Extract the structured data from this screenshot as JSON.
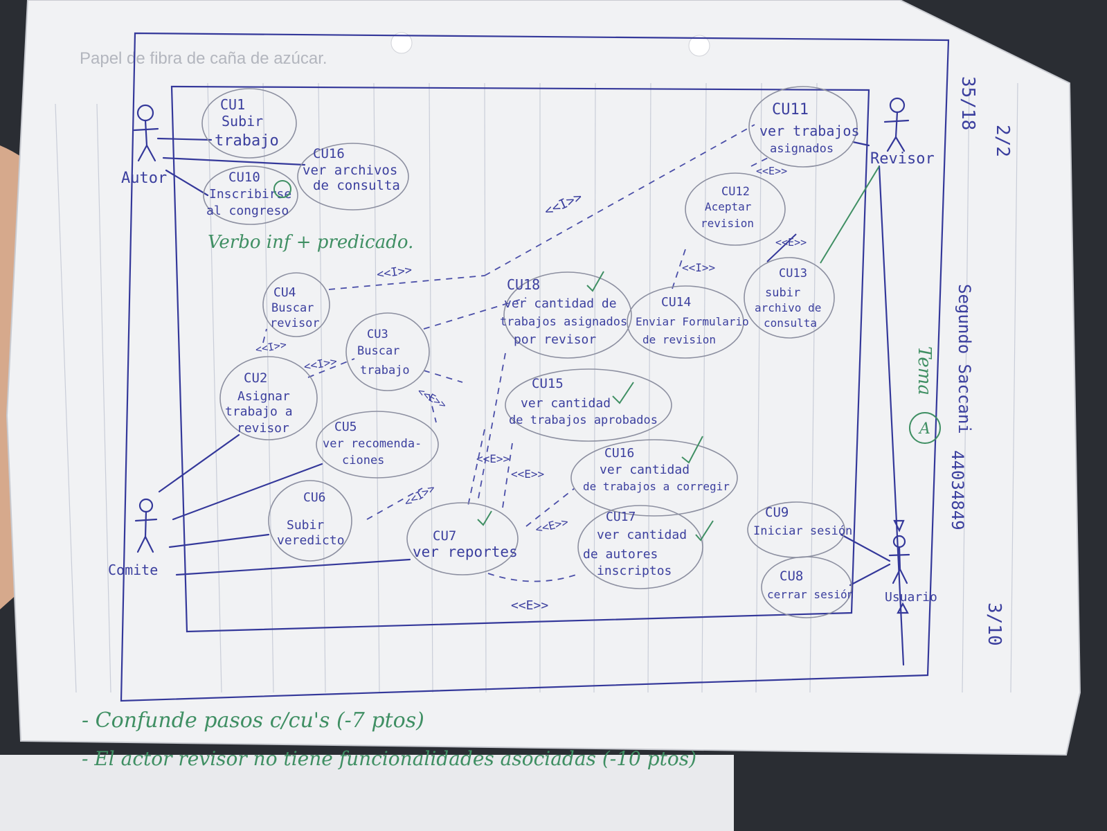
{
  "sheet": {
    "paper_header": "Papel de fibra de caña de azúcar.",
    "margin_grades": [
      "35/18",
      "2/2",
      "3/10"
    ],
    "student_note_1": "Segundo Saccani",
    "student_note_2": "Tema",
    "student_note_3": "A",
    "student_id": "44034849"
  },
  "actors": {
    "autor": "Autor",
    "revisor": "Revisor",
    "comite": "Comite",
    "usuario": "Usuario"
  },
  "use_cases": {
    "cu1": {
      "id": "CU1",
      "l1": "Subir",
      "l2": "trabajo",
      "l3": ""
    },
    "cu10": {
      "id": "CU10",
      "l1": "Inscribirse",
      "l2": "al congreso",
      "l3": ""
    },
    "cu16a": {
      "id": "CU16",
      "l1": "ver archivos",
      "l2": "de consulta",
      "l3": ""
    },
    "cu11": {
      "id": "CU11",
      "l1": "ver trabajos",
      "l2": "asignados",
      "l3": ""
    },
    "cu12": {
      "id": "CU12",
      "l1": "Aceptar",
      "l2": "revision",
      "l3": ""
    },
    "cu13": {
      "id": "CU13",
      "l1": "subir",
      "l2": "archivo de",
      "l3": "consulta"
    },
    "cu4": {
      "id": "CU4",
      "l1": "Buscar",
      "l2": "revisor",
      "l3": ""
    },
    "cu3": {
      "id": "CU3",
      "l1": "Buscar",
      "l2": "trabajo",
      "l3": ""
    },
    "cu2": {
      "id": "CU2",
      "l1": "Asignar",
      "l2": "trabajo a",
      "l3": "revisor"
    },
    "cu18": {
      "id": "CU18",
      "l1": "ver cantidad de",
      "l2": "trabajos asignados",
      "l3": "por revisor"
    },
    "cu14": {
      "id": "CU14",
      "l1": "Enviar Formulario",
      "l2": "de revision",
      "l3": ""
    },
    "cu15": {
      "id": "CU15",
      "l1": "ver cantidad",
      "l2": "de trabajos aprobados",
      "l3": ""
    },
    "cu5": {
      "id": "CU5",
      "l1": "ver recomenda-",
      "l2": "ciones",
      "l3": ""
    },
    "cu16b": {
      "id": "CU16",
      "l1": "ver cantidad",
      "l2": "de trabajos a corregir",
      "l3": ""
    },
    "cu6": {
      "id": "CU6",
      "l1": "Subir",
      "l2": "veredicto",
      "l3": ""
    },
    "cu7": {
      "id": "CU7",
      "l1": "ver reportes",
      "l2": "",
      "l3": ""
    },
    "cu17": {
      "id": "CU17",
      "l1": "ver cantidad",
      "l2": "de autores",
      "l3": "inscriptos"
    },
    "cu9": {
      "id": "CU9",
      "l1": "Iniciar sesión",
      "l2": "",
      "l3": ""
    },
    "cu8": {
      "id": "CU8",
      "l1": "cerrar sesión",
      "l2": "",
      "l3": ""
    }
  },
  "stereotypes": {
    "include": "<<I>>",
    "extend": "<<E>>",
    "extend_crossed": "<<E>>"
  },
  "notes": {
    "green_hint": "Verbo inf + predicado.",
    "correction_1": "- Confunde pasos c/cu's (-7 ptos)",
    "correction_2": "- El actor revisor no tiene funcionalidades asociadas (-10 ptos)"
  },
  "colors": {
    "paper": "#f1f2f4",
    "pen_blue": "#3b3f9e",
    "pencil_grey": "#8c8fa0",
    "green_ink": "#3f8f63",
    "background": "#2a2d33",
    "skin": "#d6a98c"
  }
}
